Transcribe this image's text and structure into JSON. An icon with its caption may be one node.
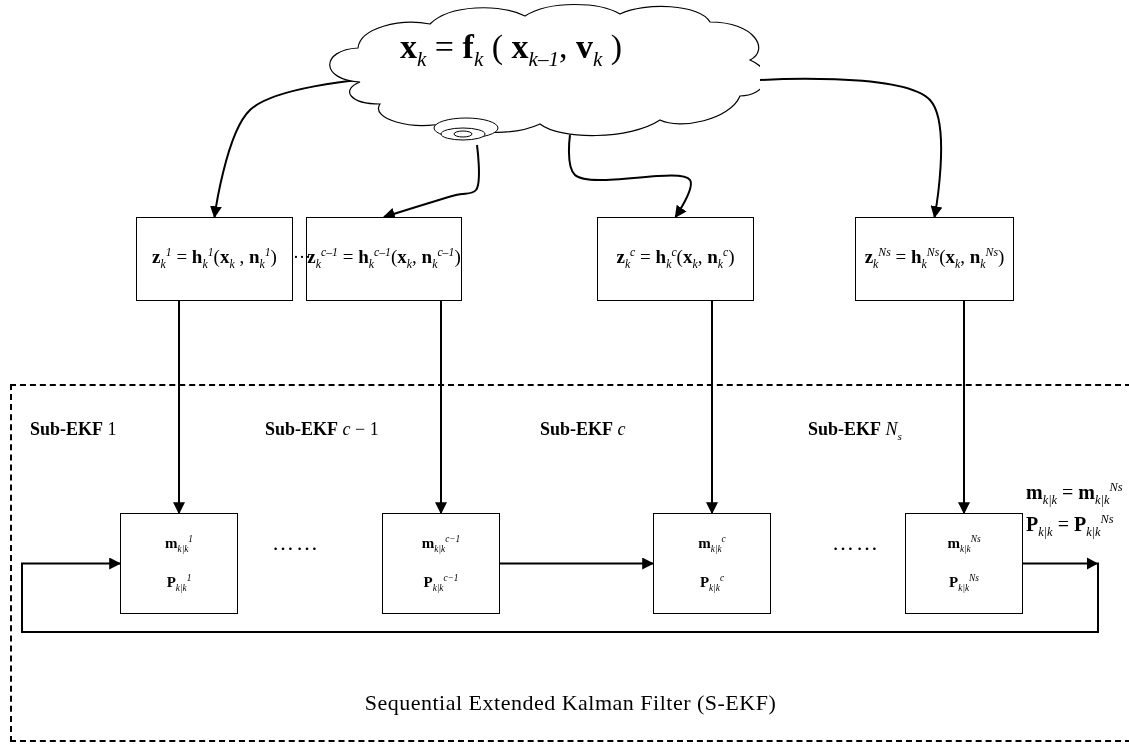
{
  "diagram": {
    "nodes": [
      {
        "text": [
          "**x**$_{k}$ =  **f**$_{k}$ ( **x**$_{k–1}$, **v**$_{k}$ )"
        ]
      },
      {
        "text": [
          "**z**$_{k}$$^{1}$ =  **h**$_{k}$$^{1}$(**x**$_{k}$ ,  **n**$_{k}$$^{1}$)"
        ]
      },
      {
        "text": [
          "**z**$_{k}$$^{c–1}$ =  **h**$_{k}$$^{c–1}$(**x**$_{k}$,  **n**$_{k}$$^{c–1}$)"
        ]
      },
      {
        "text": [
          "**z**$_{k}$$^{c}$ =  **h**$_{k}$$^{c}$(**x**$_{k}$,  **n**$_{k}$$^{c}$)"
        ]
      },
      {
        "text": [
          "**z**$_{k}$$^{Ns}$ =  **h**$_{k}$$^{Ns}$(**x**$_{k}$,  **n**$_{k}$$^{Ns}$)"
        ]
      },
      {
        "text": [
          "Sequential Extended Kalman Filter (S-EKF)"
        ]
      },
      {
        "text": [
          "**m**$_{k|k}$$^{1}$",
          "**P**$_{k|k}$$^{1}$"
        ],
        "in": 5
      },
      {
        "text": [
          "**m**$_{k|k}$$^{c−1}$",
          "**P**$_{k|k}$$^{c−1}$"
        ],
        "in": 5
      },
      {
        "text": [
          "**m**$_{k|k}$$^{c}$",
          "**P**$_{k|k}$$^{c}$"
        ],
        "in": 5
      },
      {
        "text": [
          "**m**$_{k|k}$$^{Ns}$",
          "**P**$_{k|k}$$^{Ns}$"
        ],
        "in": 5
      }
    ],
    "edges": [
      {
        "from": 0,
        "to": 1,
        "arrow": "to"
      },
      {
        "from": 0,
        "to": 2,
        "arrow": "to"
      },
      {
        "from": 0,
        "to": 3,
        "arrow": "to"
      },
      {
        "from": 0,
        "to": 4,
        "arrow": "to"
      },
      {
        "from": 1,
        "to": 6,
        "arrow": "to"
      },
      {
        "from": 2,
        "to": 7,
        "arrow": "to"
      },
      {
        "from": 3,
        "to": 8,
        "arrow": "to"
      },
      {
        "from": 4,
        "to": 9,
        "arrow": "to"
      },
      {
        "from": 7,
        "to": 8,
        "arrow": "to"
      },
      {
        "from": 9,
        "to": 6,
        "arrow": "to"
      }
    ],
    "labels": [
      "…",
      "**Sub-EKF** 1",
      "**Sub-EKF** *c* − 1",
      "**Sub-EKF** *c*",
      "**Sub-EKF** *N*$_{s}$",
      "**m**$_{k|k}$ = **m**$_{k|k}$$^{Ns}$",
      "……",
      "……",
      "**P**$_{k|k}$ = **P**$_{k|k}$$^{Ns}$"
    ]
  }
}
